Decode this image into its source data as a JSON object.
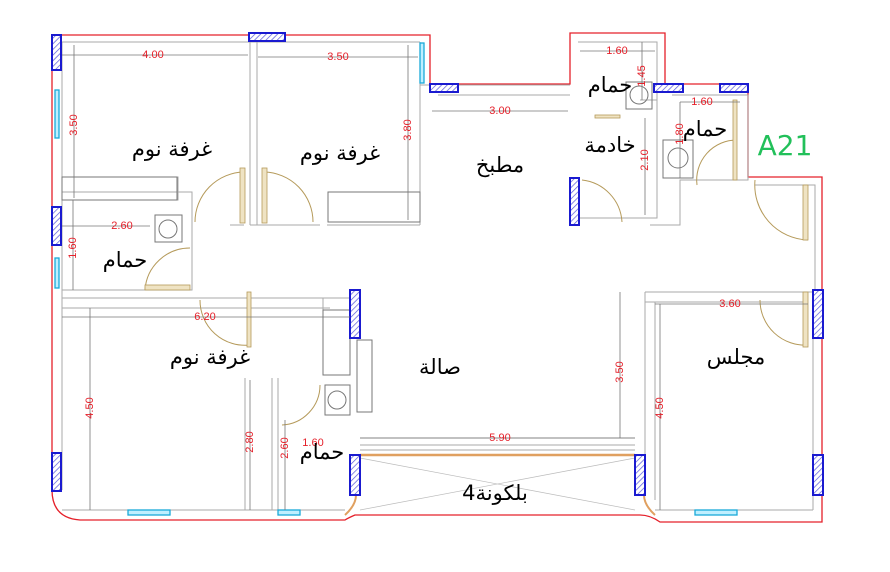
{
  "plan": {
    "unit_code": "A21",
    "accent_color": "#22c05a",
    "outline_color": "#e5202a",
    "rooms": {
      "bedroom_1": "غرفة نوم",
      "bedroom_2": "غرفة نوم",
      "bedroom_3": "غرفة نوم",
      "kitchen": "مطبخ",
      "maid_bath": "حمام",
      "maid_room": "خادمة",
      "bath_right": "حمام",
      "bath_left": "حمام",
      "bath_bottom": "حمام",
      "hall": "صالة",
      "majlis": "مجلس",
      "balcony": "بلكونة4"
    },
    "dimensions": {
      "bedroom1_width": "4.00",
      "bedroom2_width": "3.50",
      "bedroom1_depth": "3.50",
      "bedroom2_depth": "3.80",
      "kitchen_width": "3.00",
      "maid_width": "1.60",
      "maid_bath_depth": "1.45",
      "bath_right_width": "1.60",
      "bath_right_depth": "1.80",
      "maid_depth": "2.10",
      "bath_left_width": "2.60",
      "bath_left_depth": "1.60",
      "bedroom3_width": "6.20",
      "majlis_width": "3.60",
      "hall_depth": "3.50",
      "bedroom3_depth": "4.50",
      "bedroom3_closet_depth": "2.80",
      "bath_bottom_depth": "2.60",
      "bath_bottom_width": "1.60",
      "hall_width": "5.90",
      "majlis_depth": "4.50"
    }
  }
}
